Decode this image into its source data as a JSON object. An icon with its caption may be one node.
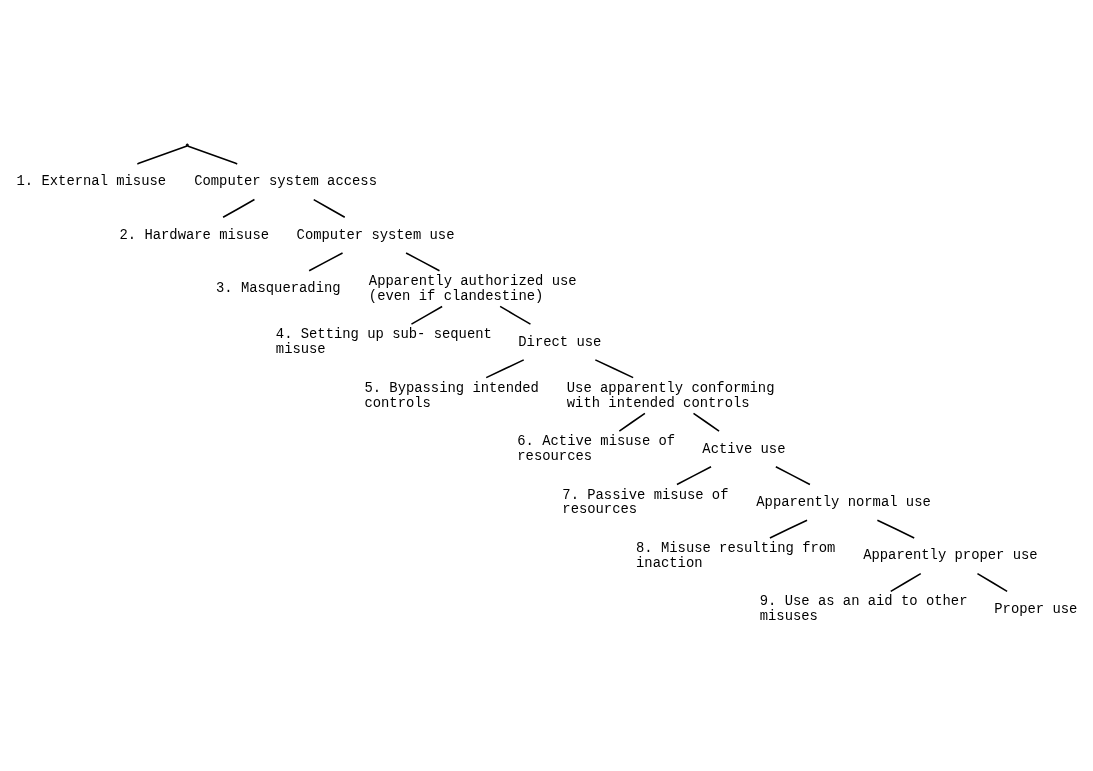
{
  "diagram": {
    "nodes": [
      {
        "text": [],
        "shape": "point"
      },
      {
        "text": [
          "1. External misuse"
        ]
      },
      {
        "text": [
          "Computer system access"
        ]
      },
      {
        "text": [
          "2. Hardware misuse"
        ]
      },
      {
        "text": [
          "Computer system use"
        ]
      },
      {
        "text": [
          "3. Masquerading"
        ]
      },
      {
        "text": [
          "Apparently authorized use (even if clandestine)"
        ]
      },
      {
        "text": [
          "4. Setting up sub- sequent misuse"
        ]
      },
      {
        "text": [
          "Direct use"
        ]
      },
      {
        "text": [
          "5. Bypassing intended controls"
        ]
      },
      {
        "text": [
          "Use apparently conforming with intended controls"
        ]
      },
      {
        "text": [
          "6. Active misuse of resources"
        ]
      },
      {
        "text": [
          "Active use"
        ]
      },
      {
        "text": [
          "7. Passive misuse of resources"
        ]
      },
      {
        "text": [
          "Apparently normal use"
        ]
      },
      {
        "text": [
          "8. Misuse resulting from inaction"
        ]
      },
      {
        "text": [
          "Apparently proper use"
        ]
      },
      {
        "text": [
          "9. Use as an aid to other misuses"
        ]
      },
      {
        "text": [
          "Proper use"
        ]
      }
    ],
    "edges": [
      {
        "from": 0,
        "to": 1,
        "arrow": "none"
      },
      {
        "from": 0,
        "to": 2,
        "arrow": "none"
      },
      {
        "from": 2,
        "to": 3,
        "arrow": "none"
      },
      {
        "from": 2,
        "to": 4,
        "arrow": "none"
      },
      {
        "from": 4,
        "to": 5,
        "arrow": "none"
      },
      {
        "from": 4,
        "to": 6,
        "arrow": "none"
      },
      {
        "from": 6,
        "to": 7,
        "arrow": "none"
      },
      {
        "from": 6,
        "to": 8,
        "arrow": "none"
      },
      {
        "from": 8,
        "to": 9,
        "arrow": "none"
      },
      {
        "from": 8,
        "to": 10,
        "arrow": "none"
      },
      {
        "from": 10,
        "to": 11,
        "arrow": "none"
      },
      {
        "from": 10,
        "to": 12,
        "arrow": "none"
      },
      {
        "from": 12,
        "to": 13,
        "arrow": "none"
      },
      {
        "from": 12,
        "to": 14,
        "arrow": "none"
      },
      {
        "from": 14,
        "to": 15,
        "arrow": "none"
      },
      {
        "from": 14,
        "to": 16,
        "arrow": "none"
      },
      {
        "from": 16,
        "to": 17,
        "arrow": "none"
      },
      {
        "from": 16,
        "to": 18,
        "arrow": "none"
      }
    ]
  }
}
